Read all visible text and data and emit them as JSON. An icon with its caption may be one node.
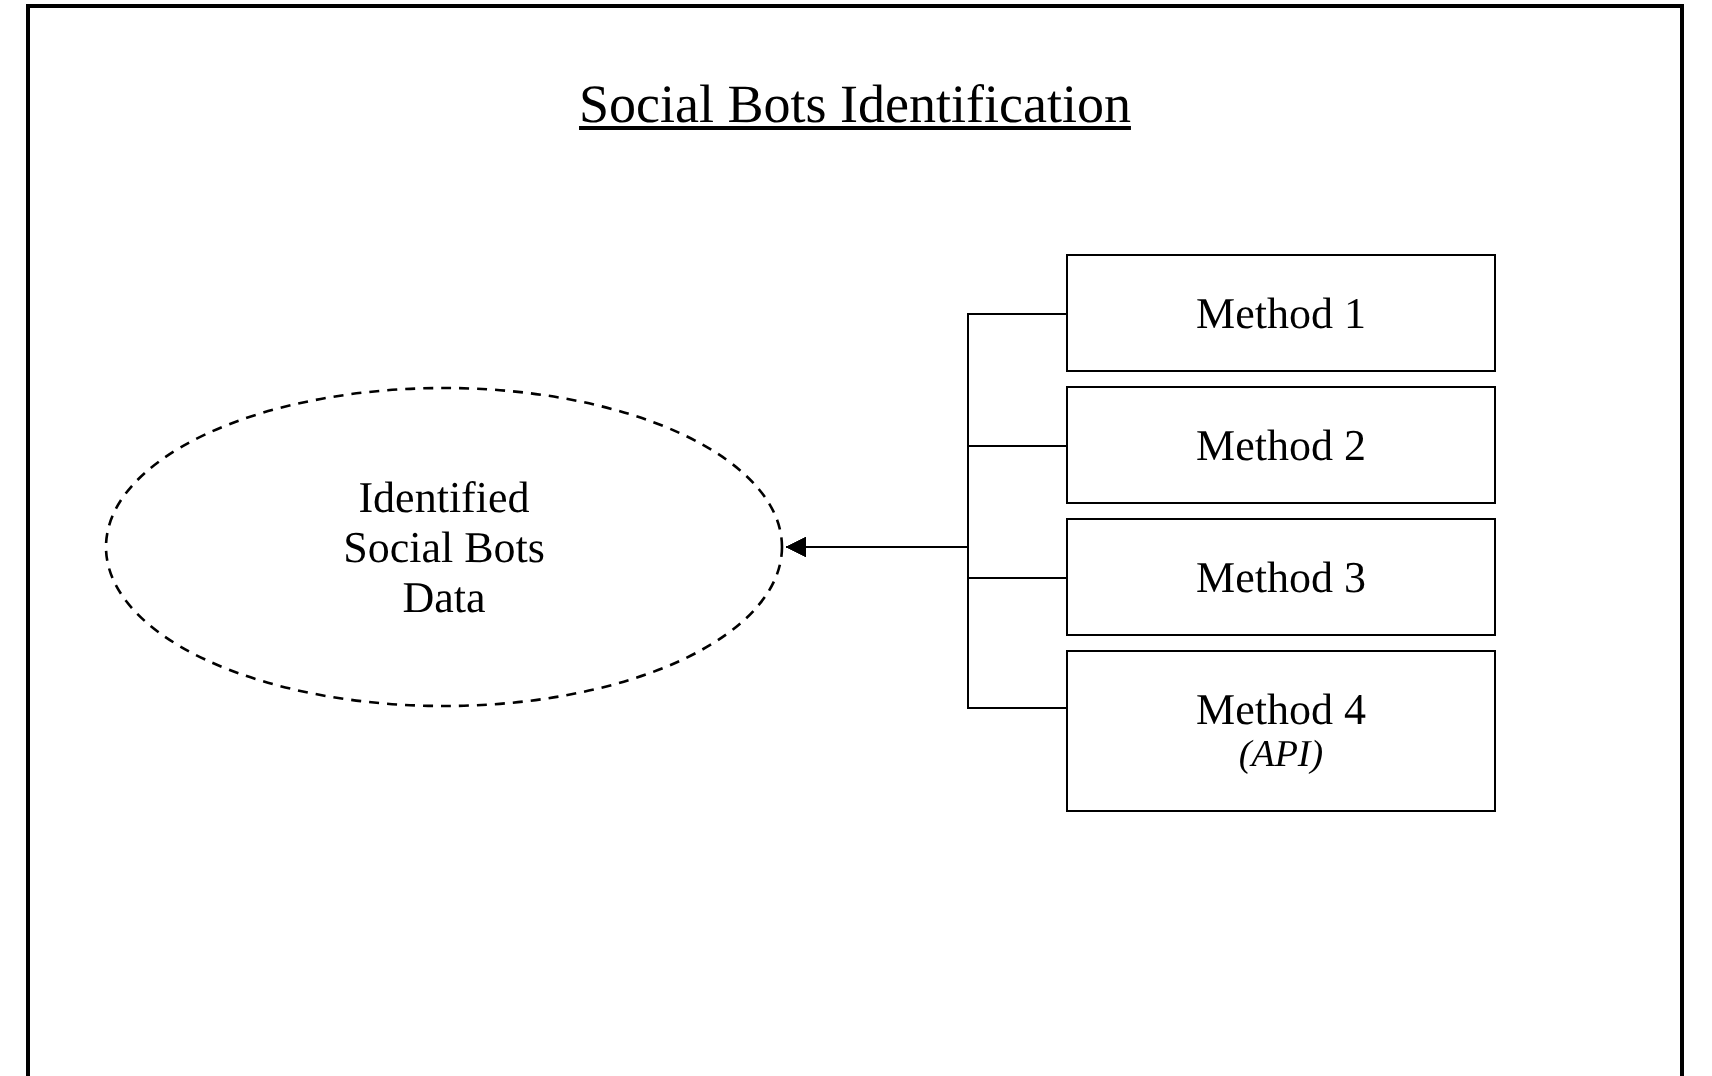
{
  "diagram": {
    "nodes": [
      {
        "text": [
          "Social Bots Identification"
        ]
      },
      {
        "text": [
          "Identified Social Bots Data"
        ],
        "in": 0
      },
      {
        "text": [
          "Method 1"
        ],
        "in": 0
      },
      {
        "text": [
          "Method 2"
        ],
        "in": 0
      },
      {
        "text": [
          "Method 3"
        ],
        "in": 0
      },
      {
        "text": [
          "Method 4",
          "(API)"
        ],
        "in": 0
      }
    ],
    "edges": [
      {
        "from": 2,
        "to": 1,
        "arrow": "to"
      },
      {
        "from": 3,
        "to": 1,
        "arrow": "to"
      },
      {
        "from": 4,
        "to": 1,
        "arrow": "to"
      },
      {
        "from": 5,
        "to": 1,
        "arrow": "to"
      }
    ]
  }
}
